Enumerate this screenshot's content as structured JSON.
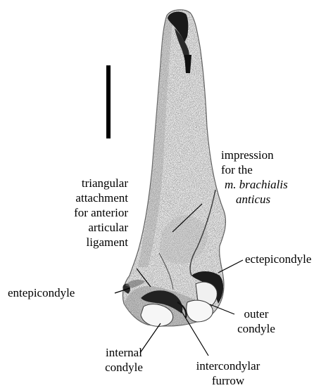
{
  "labels": {
    "impression": {
      "lines": [
        "impression",
        "for the"
      ],
      "italic_lines": [
        "m. brachialis",
        "anticus"
      ]
    },
    "triangular": {
      "lines": [
        "triangular",
        "attachment",
        "for anterior",
        "articular",
        "ligament"
      ]
    },
    "ectepicondyle": "ectepicondyle",
    "entepicondyle": "entepicondyle",
    "outer_condyle": [
      "outer",
      "condyle"
    ],
    "internal_condyle": [
      "internal",
      "condyle"
    ],
    "intercondylar_furrow": [
      "intercondylar",
      "furrow"
    ]
  },
  "colors": {
    "bone_fill": "#f2f2f2",
    "bone_stipple": "#8a8a8a",
    "ink": "#000000"
  }
}
